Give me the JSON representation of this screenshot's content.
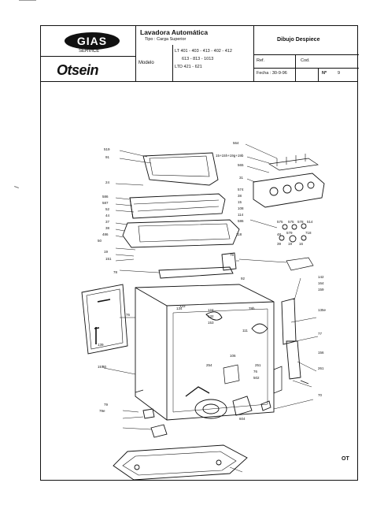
{
  "header": {
    "brand_gias": "GIAS",
    "brand_service": "SERVICE",
    "brand_otsein": "Otsein",
    "product_title": "Lavadora Automática",
    "product_type": "Tipo : Carga Superior",
    "modelo_label": "Modelo",
    "models": [
      "LT 401 - 403 - 413 - 402 - 412",
      "613 - 813 - 1013",
      "LTD 421 - 621"
    ],
    "sheet_title": "Dibujo Despiece",
    "ref_label": "Ref.",
    "cod_label": "Cod.",
    "fecha_label": "Fecha : 30-9-96",
    "num_label": "Nº",
    "num_value": "9"
  },
  "callouts": [
    "564",
    "519",
    "91",
    "15+15h+19g+19b",
    "565",
    "24",
    "31",
    "574",
    "586",
    "587",
    "52",
    "44",
    "37",
    "38",
    "486",
    "50",
    "118",
    "38",
    "15",
    "108",
    "114",
    "586",
    "575",
    "575",
    "578",
    "48",
    "579",
    "718",
    "514",
    "39",
    "19",
    "16",
    "19",
    "76",
    "151",
    "92",
    "142",
    "164",
    "159",
    "135e",
    "78",
    "134",
    "133",
    "124",
    "132",
    "153",
    "111",
    "78h",
    "76",
    "139",
    "157",
    "77",
    "106",
    "156",
    "261",
    "254",
    "251",
    "76",
    "502",
    "80",
    "604",
    "79",
    "79e",
    "70"
  ],
  "footer_code": "OT"
}
